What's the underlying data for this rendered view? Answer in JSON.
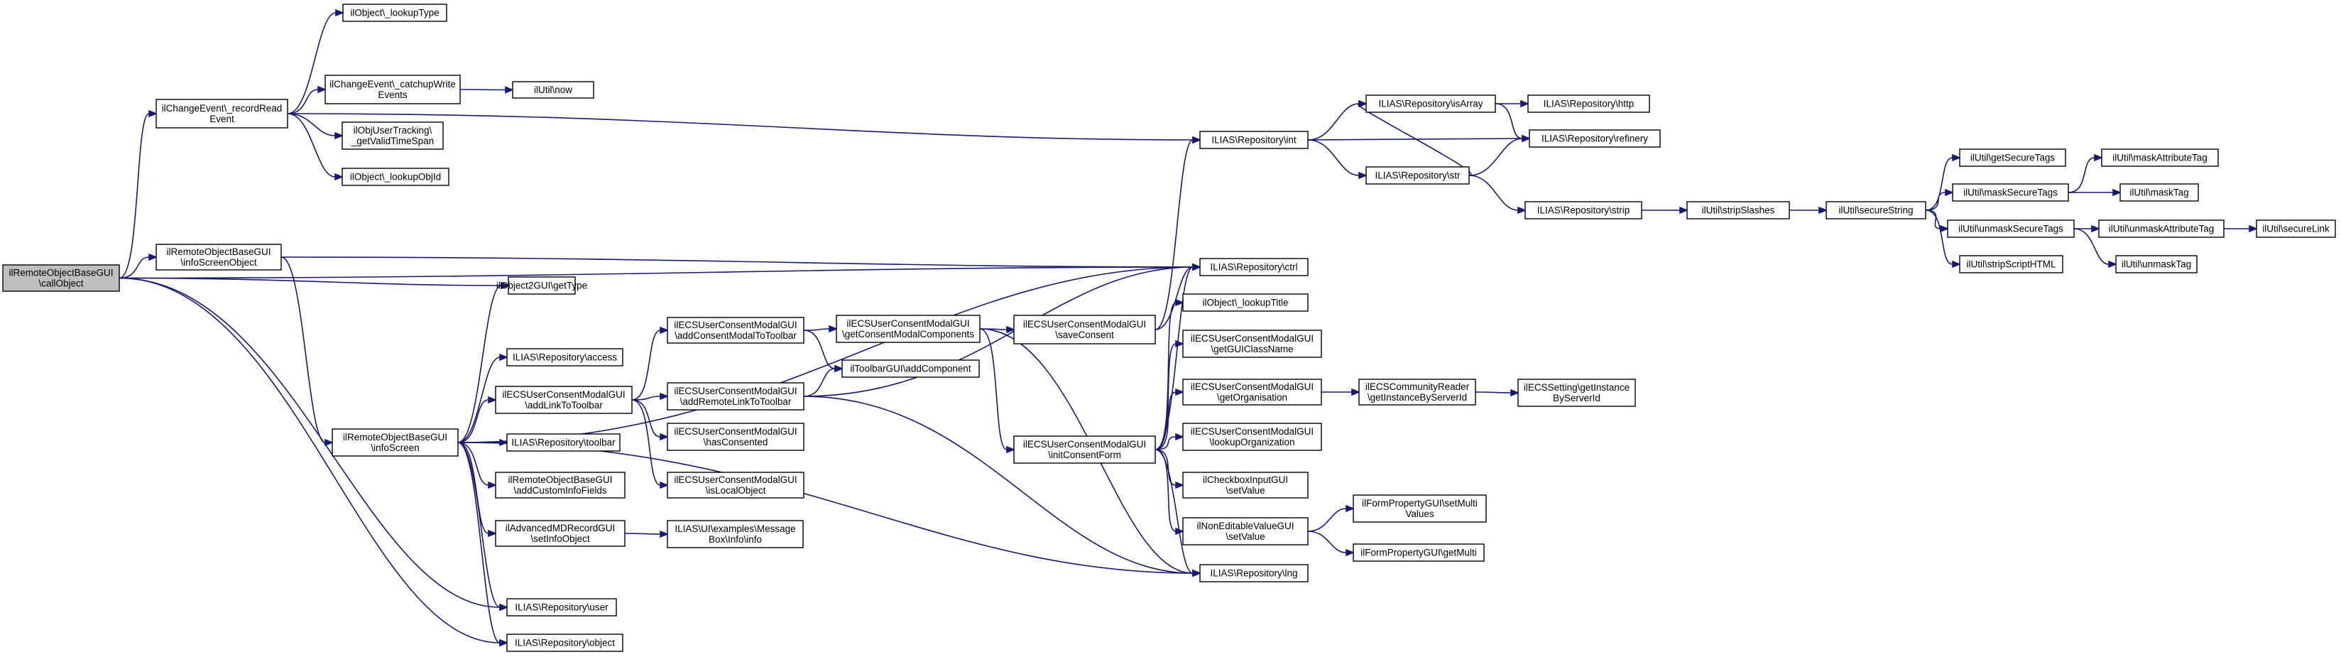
{
  "diagram": {
    "type": "call-graph",
    "nodes": {
      "callObject": {
        "lines": [
          "ilRemoteObjectBaseGUI",
          "\\callObject"
        ],
        "root": true
      },
      "recordReadEvent": {
        "lines": [
          "ilChangeEvent\\_recordRead",
          "Event"
        ]
      },
      "infoScreenObject": {
        "lines": [
          "ilRemoteObjectBaseGUI",
          "\\infoScreenObject"
        ]
      },
      "infoScreen": {
        "lines": [
          "ilRemoteObjectBaseGUI",
          "\\infoScreen"
        ]
      },
      "lookupType": {
        "lines": [
          "ilObject\\_lookupType"
        ]
      },
      "catchupWriteEvents": {
        "lines": [
          "ilChangeEvent\\_catchupWrite",
          "Events"
        ]
      },
      "ilUtilNow": {
        "lines": [
          "ilUtil\\now"
        ]
      },
      "getValidTimeSpan": {
        "lines": [
          "ilObjUserTracking\\",
          "_getValidTimeSpan"
        ]
      },
      "lookupObjId": {
        "lines": [
          "ilObject\\_lookupObjId"
        ]
      },
      "object2GetType": {
        "lines": [
          "ilObject2GUI\\getType"
        ]
      },
      "repoAccess": {
        "lines": [
          "ILIAS\\Repository\\access"
        ]
      },
      "addLinkToToolbar": {
        "lines": [
          "ilECSUserConsentModalGUI",
          "\\addLinkToToolbar"
        ]
      },
      "repoToolbar": {
        "lines": [
          "ILIAS\\Repository\\toolbar"
        ]
      },
      "addCustomInfoFields": {
        "lines": [
          "ilRemoteObjectBaseGUI",
          "\\addCustomInfoFields"
        ]
      },
      "setInfoObject": {
        "lines": [
          "ilAdvancedMDRecordGUI",
          "\\setInfoObject"
        ]
      },
      "repoUser": {
        "lines": [
          "ILIAS\\Repository\\user"
        ]
      },
      "repoObject": {
        "lines": [
          "ILIAS\\Repository\\object"
        ]
      },
      "addConsentModalToToolbar": {
        "lines": [
          "ilECSUserConsentModalGUI",
          "\\addConsentModalToToolbar"
        ]
      },
      "addRemoteLinkToToolbar": {
        "lines": [
          "ilECSUserConsentModalGUI",
          "\\addRemoteLinkToToolbar"
        ]
      },
      "hasConsented": {
        "lines": [
          "ilECSUserConsentModalGUI",
          "\\hasConsented"
        ]
      },
      "isLocalObject": {
        "lines": [
          "ilECSUserConsentModalGUI",
          "\\isLocalObject"
        ]
      },
      "messageBoxInfo": {
        "lines": [
          "ILIAS\\UI\\examples\\Message",
          "Box\\Info\\info"
        ]
      },
      "getConsentModalComponents": {
        "lines": [
          "ilECSUserConsentModalGUI",
          "\\getConsentModalComponents"
        ]
      },
      "toolbarAddComponent": {
        "lines": [
          "ilToolbarGUI\\addComponent"
        ]
      },
      "saveConsent": {
        "lines": [
          "ilECSUserConsentModalGUI",
          "\\saveConsent"
        ]
      },
      "initConsentForm": {
        "lines": [
          "ilECSUserConsentModalGUI",
          "\\initConsentForm"
        ]
      },
      "repoInt": {
        "lines": [
          "ILIAS\\Repository\\int"
        ]
      },
      "repoCtrl": {
        "lines": [
          "ILIAS\\Repository\\ctrl"
        ]
      },
      "lookupTitle": {
        "lines": [
          "ilObject\\_lookupTitle"
        ]
      },
      "getGUIClassName": {
        "lines": [
          "ilECSUserConsentModalGUI",
          "\\getGUIClassName"
        ]
      },
      "getOrganisation": {
        "lines": [
          "ilECSUserConsentModalGUI",
          "\\getOrganisation"
        ]
      },
      "lookupOrganization": {
        "lines": [
          "ilECSUserConsentModalGUI",
          "\\lookupOrganization"
        ]
      },
      "checkboxSetValue": {
        "lines": [
          "ilCheckboxInputGUI",
          "\\setValue"
        ]
      },
      "nonEditableSetValue": {
        "lines": [
          "ilNonEditableValueGUI",
          "\\setValue"
        ]
      },
      "repoLng": {
        "lines": [
          "ILIAS\\Repository\\lng"
        ]
      },
      "repoIsArray": {
        "lines": [
          "ILIAS\\Repository\\isArray"
        ]
      },
      "repoStr": {
        "lines": [
          "ILIAS\\Repository\\str"
        ]
      },
      "repoHttp": {
        "lines": [
          "ILIAS\\Repository\\http"
        ]
      },
      "repoRefinery": {
        "lines": [
          "ILIAS\\Repository\\refinery"
        ]
      },
      "repoStrip": {
        "lines": [
          "ILIAS\\Repository\\strip"
        ]
      },
      "stripSlashes": {
        "lines": [
          "ilUtil\\stripSlashes"
        ]
      },
      "getInstanceByServerId": {
        "lines": [
          "ilECSCommunityReader",
          "\\getInstanceByServerId"
        ]
      },
      "settingGetInstanceByServerId": {
        "lines": [
          "ilECSSetting\\getInstance",
          "ByServerId"
        ]
      },
      "setMultiValues": {
        "lines": [
          "ilFormPropertyGUI\\setMulti",
          "Values"
        ]
      },
      "getMulti": {
        "lines": [
          "ilFormPropertyGUI\\getMulti"
        ]
      },
      "secureString": {
        "lines": [
          "ilUtil\\secureString"
        ]
      },
      "getSecureTags": {
        "lines": [
          "ilUtil\\getSecureTags"
        ]
      },
      "maskSecureTags": {
        "lines": [
          "ilUtil\\maskSecureTags"
        ]
      },
      "unmaskSecureTags": {
        "lines": [
          "ilUtil\\unmaskSecureTags"
        ]
      },
      "stripScriptHTML": {
        "lines": [
          "ilUtil\\stripScriptHTML"
        ]
      },
      "maskAttributeTag": {
        "lines": [
          "ilUtil\\maskAttributeTag"
        ]
      },
      "maskTag": {
        "lines": [
          "ilUtil\\maskTag"
        ]
      },
      "unmaskAttributeTag": {
        "lines": [
          "ilUtil\\unmaskAttributeTag"
        ]
      },
      "unmaskTag": {
        "lines": [
          "ilUtil\\unmaskTag"
        ]
      },
      "secureLink": {
        "lines": [
          "ilUtil\\secureLink"
        ]
      }
    },
    "edges": [
      [
        "callObject",
        "recordReadEvent"
      ],
      [
        "callObject",
        "infoScreenObject"
      ],
      [
        "callObject",
        "repoCtrl"
      ],
      [
        "callObject",
        "object2GetType"
      ],
      [
        "callObject",
        "repoUser"
      ],
      [
        "callObject",
        "repoObject"
      ],
      [
        "recordReadEvent",
        "lookupType"
      ],
      [
        "recordReadEvent",
        "catchupWriteEvents"
      ],
      [
        "recordReadEvent",
        "getValidTimeSpan"
      ],
      [
        "recordReadEvent",
        "lookupObjId"
      ],
      [
        "recordReadEvent",
        "repoInt"
      ],
      [
        "catchupWriteEvents",
        "ilUtilNow"
      ],
      [
        "infoScreenObject",
        "repoCtrl"
      ],
      [
        "infoScreenObject",
        "infoScreen"
      ],
      [
        "infoScreen",
        "object2GetType"
      ],
      [
        "infoScreen",
        "repoAccess"
      ],
      [
        "infoScreen",
        "addLinkToToolbar"
      ],
      [
        "infoScreen",
        "repoToolbar"
      ],
      [
        "infoScreen",
        "addCustomInfoFields"
      ],
      [
        "infoScreen",
        "setInfoObject"
      ],
      [
        "infoScreen",
        "repoUser"
      ],
      [
        "infoScreen",
        "repoObject"
      ],
      [
        "infoScreen",
        "repoCtrl"
      ],
      [
        "infoScreen",
        "repoLng"
      ],
      [
        "addLinkToToolbar",
        "addConsentModalToToolbar"
      ],
      [
        "addLinkToToolbar",
        "addRemoteLinkToToolbar"
      ],
      [
        "addLinkToToolbar",
        "hasConsented"
      ],
      [
        "addLinkToToolbar",
        "isLocalObject"
      ],
      [
        "setInfoObject",
        "messageBoxInfo"
      ],
      [
        "addConsentModalToToolbar",
        "getConsentModalComponents"
      ],
      [
        "addConsentModalToToolbar",
        "toolbarAddComponent"
      ],
      [
        "addRemoteLinkToToolbar",
        "toolbarAddComponent"
      ],
      [
        "addRemoteLinkToToolbar",
        "repoCtrl"
      ],
      [
        "addRemoteLinkToToolbar",
        "repoLng"
      ],
      [
        "getConsentModalComponents",
        "saveConsent"
      ],
      [
        "getConsentModalComponents",
        "initConsentForm"
      ],
      [
        "getConsentModalComponents",
        "repoLng"
      ],
      [
        "saveConsent",
        "repoInt"
      ],
      [
        "saveConsent",
        "repoCtrl"
      ],
      [
        "initConsentForm",
        "repoCtrl"
      ],
      [
        "initConsentForm",
        "lookupTitle"
      ],
      [
        "initConsentForm",
        "getGUIClassName"
      ],
      [
        "initConsentForm",
        "getOrganisation"
      ],
      [
        "initConsentForm",
        "lookupOrganization"
      ],
      [
        "initConsentForm",
        "checkboxSetValue"
      ],
      [
        "initConsentForm",
        "nonEditableSetValue"
      ],
      [
        "initConsentForm",
        "repoLng"
      ],
      [
        "getOrganisation",
        "getInstanceByServerId"
      ],
      [
        "getInstanceByServerId",
        "settingGetInstanceByServerId"
      ],
      [
        "nonEditableSetValue",
        "setMultiValues"
      ],
      [
        "nonEditableSetValue",
        "getMulti"
      ],
      [
        "repoInt",
        "repoIsArray"
      ],
      [
        "repoInt",
        "repoStr"
      ],
      [
        "repoInt",
        "repoRefinery"
      ],
      [
        "repoStr",
        "repoIsArray"
      ],
      [
        "repoStr",
        "repoRefinery"
      ],
      [
        "repoStr",
        "repoStrip"
      ],
      [
        "repoIsArray",
        "repoHttp"
      ],
      [
        "repoIsArray",
        "repoRefinery"
      ],
      [
        "repoStrip",
        "stripSlashes"
      ],
      [
        "stripSlashes",
        "secureString"
      ],
      [
        "secureString",
        "getSecureTags"
      ],
      [
        "secureString",
        "maskSecureTags"
      ],
      [
        "secureString",
        "unmaskSecureTags"
      ],
      [
        "secureString",
        "stripScriptHTML"
      ],
      [
        "maskSecureTags",
        "maskAttributeTag"
      ],
      [
        "maskSecureTags",
        "maskTag"
      ],
      [
        "unmaskSecureTags",
        "unmaskAttributeTag"
      ],
      [
        "unmaskSecureTags",
        "unmaskTag"
      ],
      [
        "unmaskAttributeTag",
        "secureLink"
      ]
    ]
  }
}
